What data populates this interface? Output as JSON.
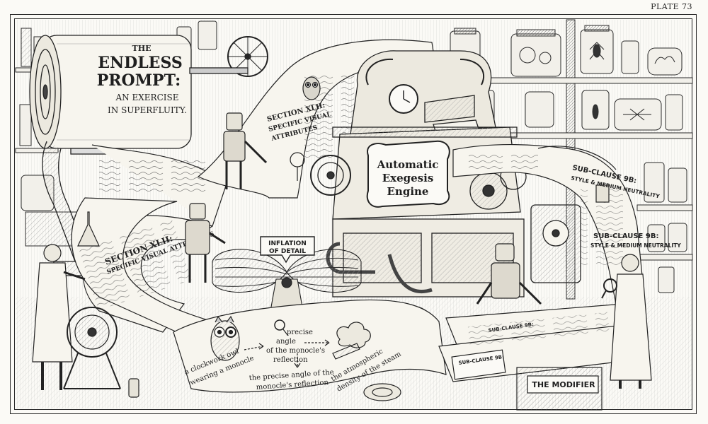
{
  "plate": {
    "label": "PLATE 73"
  },
  "title_roll": {
    "line1": "THE",
    "line2": "ENDLESS",
    "line3": "PROMPT:",
    "line4": "AN EXERCISE",
    "line5": "IN SUPERFLUITY."
  },
  "scroll_left": {
    "section_line1": "SECTION XLII:",
    "section_line2": "SPECIFIC VISUAL ATTRIBUTES"
  },
  "scroll_upper": {
    "section_line1": "SECTION XLII:",
    "section_line2": "SPECIFIC VISUAL",
    "section_line3": "ATTRIBUTES"
  },
  "machine": {
    "plaque_line1": "Automatic",
    "plaque_line2": "Exegesis",
    "plaque_line3": "Engine"
  },
  "bellows": {
    "label_line1": "INFLATION",
    "label_line2": "OF DETAIL"
  },
  "scroll_right_upper": {
    "heading": "SUB-CLAUSE 9B:",
    "subheading": "STYLE & MEDIUM NEUTRALITY"
  },
  "scroll_right_lower": {
    "heading": "SUB-CLAUSE 9B:",
    "subheading": "STYLE & MEDIUM NEUTRALITY"
  },
  "bottom_scroll": {
    "owl_caption_1": "a clockwork owl",
    "owl_caption_2": "wearing a monocle",
    "monocle_1": "precise",
    "monocle_2": "angle",
    "monocle_3": "of the monocle's",
    "monocle_4": "reflection",
    "monocle_long_1": "the precise angle of the",
    "monocle_long_2": "monocle's reflection",
    "steam_1": "the atmospheric",
    "steam_2": "density of the steam"
  },
  "modifier": {
    "label": "THE MODIFIER",
    "slip1": "SUB-CLAUSE 9B:",
    "slip2": "SUB-CLAUSE 9B:"
  }
}
